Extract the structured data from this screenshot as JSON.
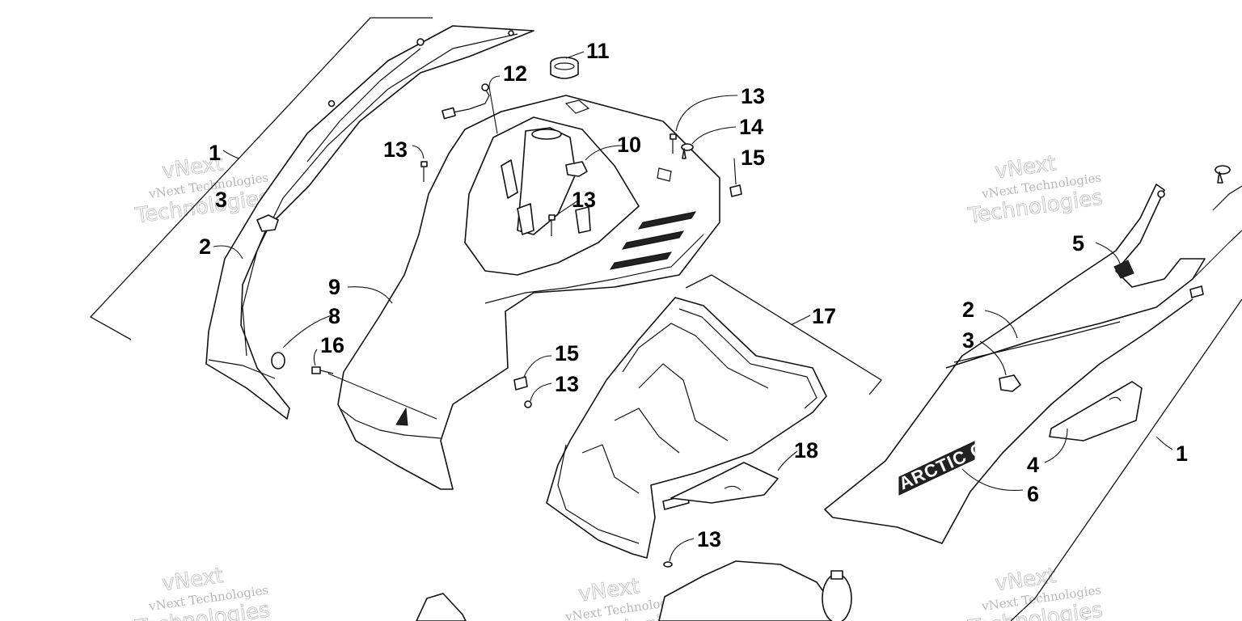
{
  "diagram": {
    "callouts": [
      "1",
      "2",
      "3",
      "8",
      "16",
      "9",
      "12",
      "11",
      "13",
      "10",
      "14",
      "15",
      "17",
      "18",
      "5",
      "4",
      "6"
    ],
    "watermark": {
      "line1": "vNext Technologies",
      "line2": "vNext",
      "line3": "Technologies"
    },
    "logo": "ARCTIC CAT"
  }
}
